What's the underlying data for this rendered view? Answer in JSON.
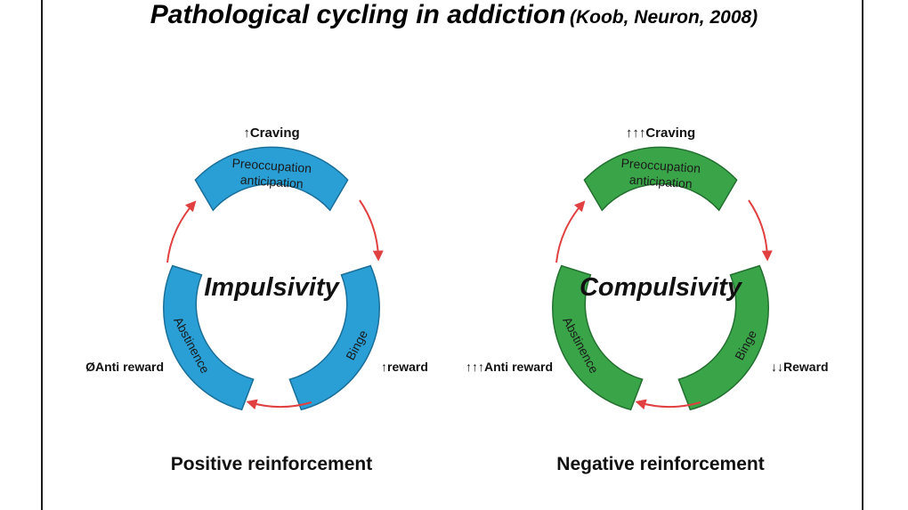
{
  "title": {
    "main": "Pathological cycling in addiction",
    "citation": "(Koob, Neuron, 2008)"
  },
  "colors": {
    "left_segment": "#2a9fd6",
    "left_segment_dark": "#1a6f99",
    "right_segment": "#3aa548",
    "right_segment_dark": "#237030",
    "arrow": "#e04040"
  },
  "left_cycle": {
    "top_label": "↑Craving",
    "segment_top_line1": "Preoccupation",
    "segment_top_line2": "anticipation",
    "segment_right": "Binge",
    "segment_left": "Abstinence",
    "center": "Impulsivity",
    "right_label": "↑reward",
    "left_label": "ØAnti reward",
    "caption": "Positive reinforcement"
  },
  "right_cycle": {
    "top_label": "↑↑↑Craving",
    "segment_top_line1": "Preoccupation",
    "segment_top_line2": "anticipation",
    "segment_right": "Binge",
    "segment_left": "Abstinence",
    "center": "Compulsivity",
    "right_label": "↓↓Reward",
    "left_label": "↑↑↑Anti reward",
    "caption": "Negative reinforcement"
  }
}
